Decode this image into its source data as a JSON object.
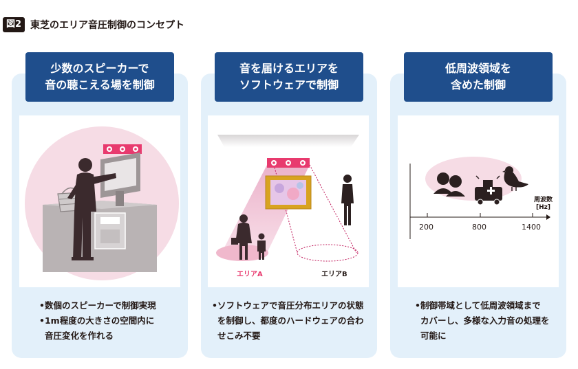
{
  "figure": {
    "badge": "図2",
    "title": "東芝のエリア音圧制御のコンセプト"
  },
  "panels": [
    {
      "heading_lines": [
        "少数のスピーカーで",
        "音の聴こえる場を制御"
      ],
      "bullets": [
        "•数個のスピーカーで制御実現",
        "•1m程度の大きさの空間内に",
        "音圧変化を作れる"
      ]
    },
    {
      "heading_lines": [
        "音を届けるエリアを",
        "ソフトウェアで制御"
      ],
      "bullets": [
        "•ソフトウェアで音圧分布エリアの状態",
        "を制御し、都度のハードウェアの合わ",
        "せこみ不要"
      ],
      "area_labels": {
        "a": "エリアA",
        "b": "エリアB"
      }
    },
    {
      "heading_lines": [
        "低周波領域を",
        "含めた制御"
      ],
      "bullets": [
        "•制御帯域として低周波領域まで",
        "カバーし、多様な入力音の処理を",
        "可能に"
      ],
      "axis": {
        "label_line1": "周波数",
        "label_line2": "[Hz]",
        "ticks": [
          "200",
          "800",
          "1400"
        ]
      }
    }
  ],
  "colors": {
    "panel_bg": "#e3f0fa",
    "heading_bg": "#1f4e8c",
    "accent_pink": "#e83a6e",
    "pink_area": "#f2cfdc",
    "figure_dark": "#2b2020"
  }
}
